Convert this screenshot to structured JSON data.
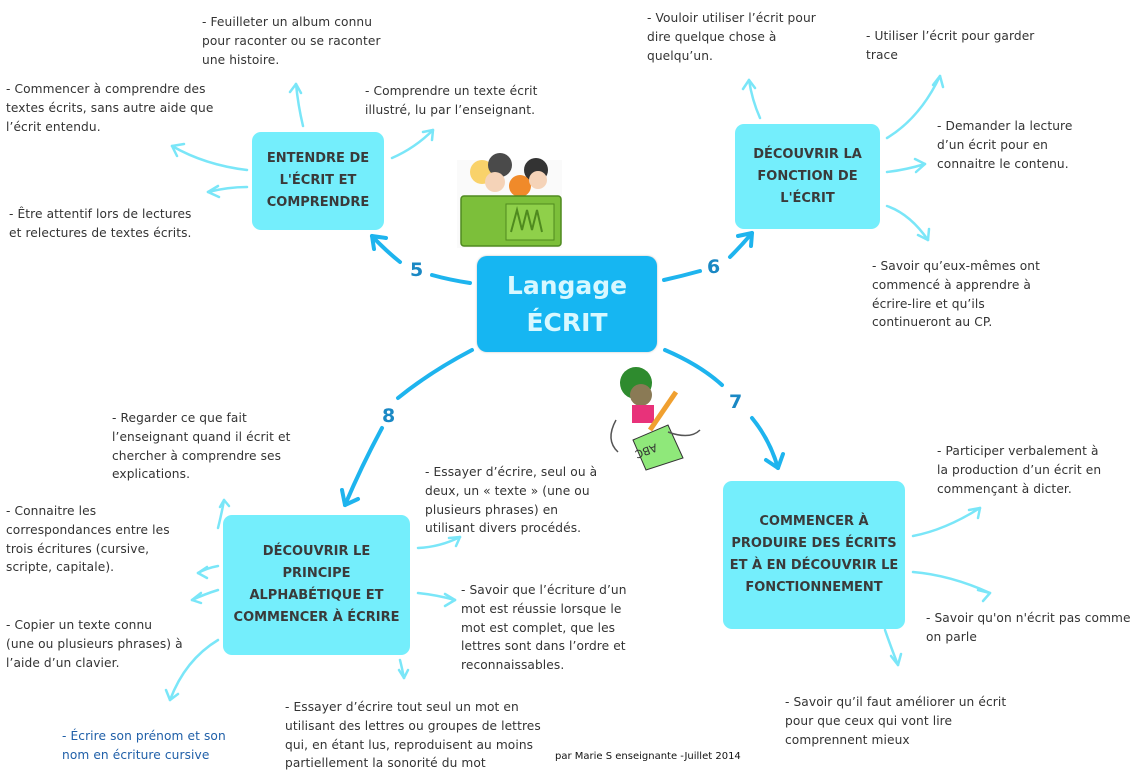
{
  "center": {
    "title": "Langage\nÉCRIT"
  },
  "colors": {
    "center": "#16b6f2",
    "box": "#74eefc",
    "arrow_main": "#1eb4ee",
    "arrow_light": "#7ae6f8",
    "number": "#1a88c4",
    "highlight_text": "#1f5fa8"
  },
  "branches": [
    {
      "number": "5",
      "title": "ENTENDRE DE\nL'ÉCRIT ET\nCOMPRENDRE",
      "notes": [
        "- Feuilleter un album connu\npour raconter ou se raconter\nune histoire.",
        "- Commencer à comprendre des\ntextes écrits, sans autre aide que\nl’écrit entendu.",
        "- Comprendre un texte écrit\nillustré, lu par l’enseignant.",
        "- Être attentif lors de lectures\net relectures de textes écrits."
      ]
    },
    {
      "number": "6",
      "title": "DÉCOUVRIR LA\nFONCTION DE\nL'ÉCRIT",
      "notes": [
        "- Vouloir utiliser l’écrit pour\ndire quelque chose à\nquelqu’un.",
        "- Utiliser l’écrit pour garder\ntrace",
        "- Demander la lecture\nd’un écrit pour en\nconnaitre le contenu.",
        "- Savoir qu’eux-mêmes ont\ncommencé à apprendre à\nécrire-lire et qu’ils\ncontinueront au CP."
      ]
    },
    {
      "number": "7",
      "title": "COMMENCER À\nPRODUIRE DES ÉCRITS\nET À EN DÉCOUVRIR LE\nFONCTIONNEMENT",
      "notes": [
        "- Participer verbalement à\nla production d’un écrit en\ncommençant à dicter.",
        "- Savoir qu'on n'écrit pas comme\non parle",
        "- Savoir qu’il faut améliorer un écrit\npour que ceux qui vont lire\ncomprennent mieux"
      ]
    },
    {
      "number": "8",
      "title": "DÉCOUVRIR LE PRINCIPE\nALPHABÉTIQUE ET\nCOMMENCER À ÉCRIRE",
      "notes": [
        "- Regarder ce que fait\nl’enseignant quand il écrit et\nchercher à comprendre ses\nexplications.",
        "- Connaitre les\ncorrespondances entre les\ntrois écritures (cursive,\nscripte, capitale).",
        "- Copier un texte connu\n(une ou plusieurs phrases) à\nl’aide d’un clavier.",
        "- Écrire son prénom et son\nnom en écriture cursive",
        "- Essayer d’écrire tout seul un mot en\nutilisant des lettres ou groupes de lettres\nqui, en étant lus, reproduisent au moins\npartiellement la sonorité du mot",
        "- Essayer d’écrire, seul ou à\ndeux, un « texte » (une ou\nplusieurs phrases) en\nutilisant divers procédés.",
        "- Savoir que l’écriture d’un\nmot est réussie lorsque le\nmot est complet, que les\nlettres sont dans l’ordre et\nreconnaissables."
      ]
    }
  ],
  "illustrations": [
    {
      "name": "children-reading-book-icon"
    },
    {
      "name": "child-writing-abc-icon"
    }
  ],
  "credit": "par Marie S enseignante -Juillet 2014"
}
